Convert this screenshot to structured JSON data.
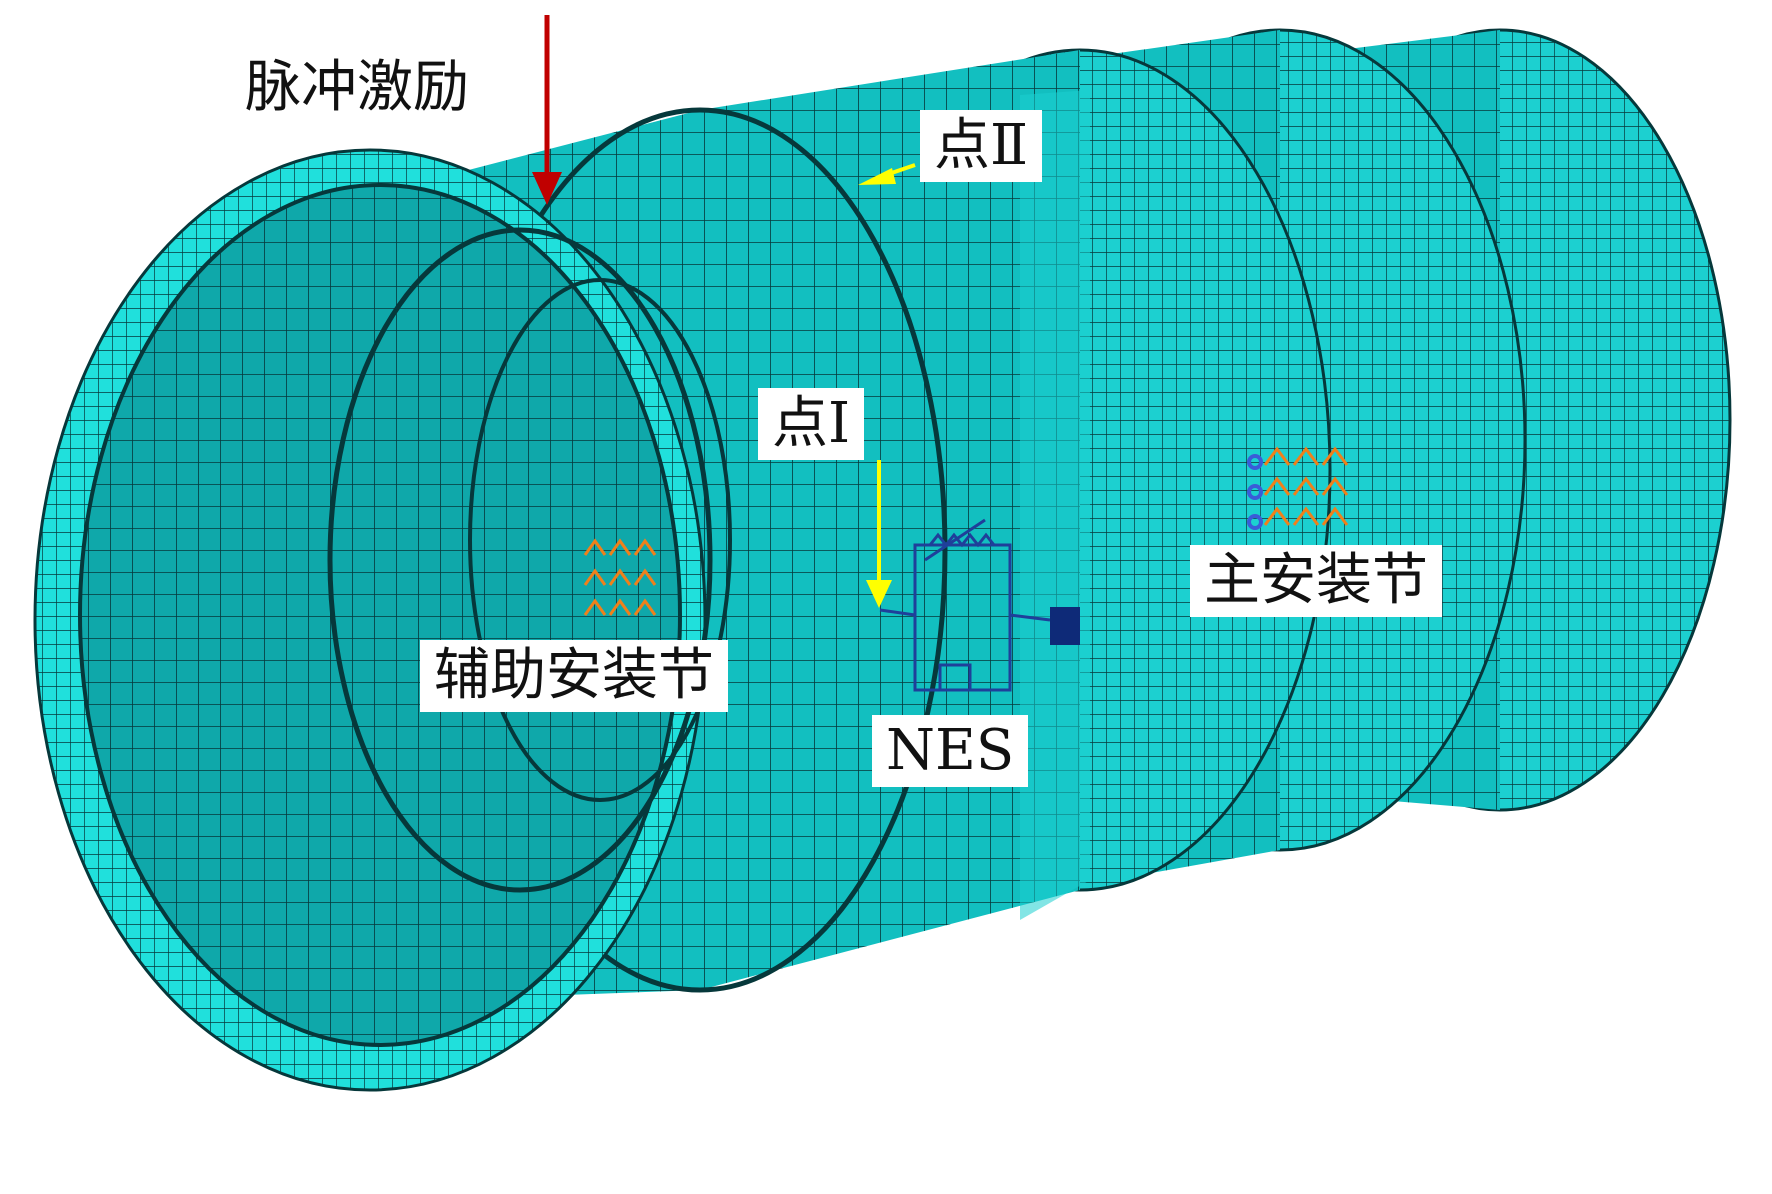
{
  "colors": {
    "mesh_fill": "#12bfc0",
    "mesh_fill_light": "#1cd0d0",
    "mesh_inner_fill": "#0fa8aa",
    "mesh_line": "#06383b",
    "rim_fill": "#20e0dc",
    "excitation_arrow": "#c00000",
    "pointer_arrow": "#ffff00",
    "constraint_orange": "#f0801a",
    "constraint_blue": "#3a5cd8",
    "nes_blue": "#1f3f9a",
    "nes_mass": "#0e2a78"
  },
  "labels": {
    "impulse_excitation": "脉冲激励",
    "point_two": "点Ⅱ",
    "point_one": "点Ⅰ",
    "nes": "NES",
    "aux_mount": "辅助安装节",
    "main_mount": "主安装节"
  }
}
